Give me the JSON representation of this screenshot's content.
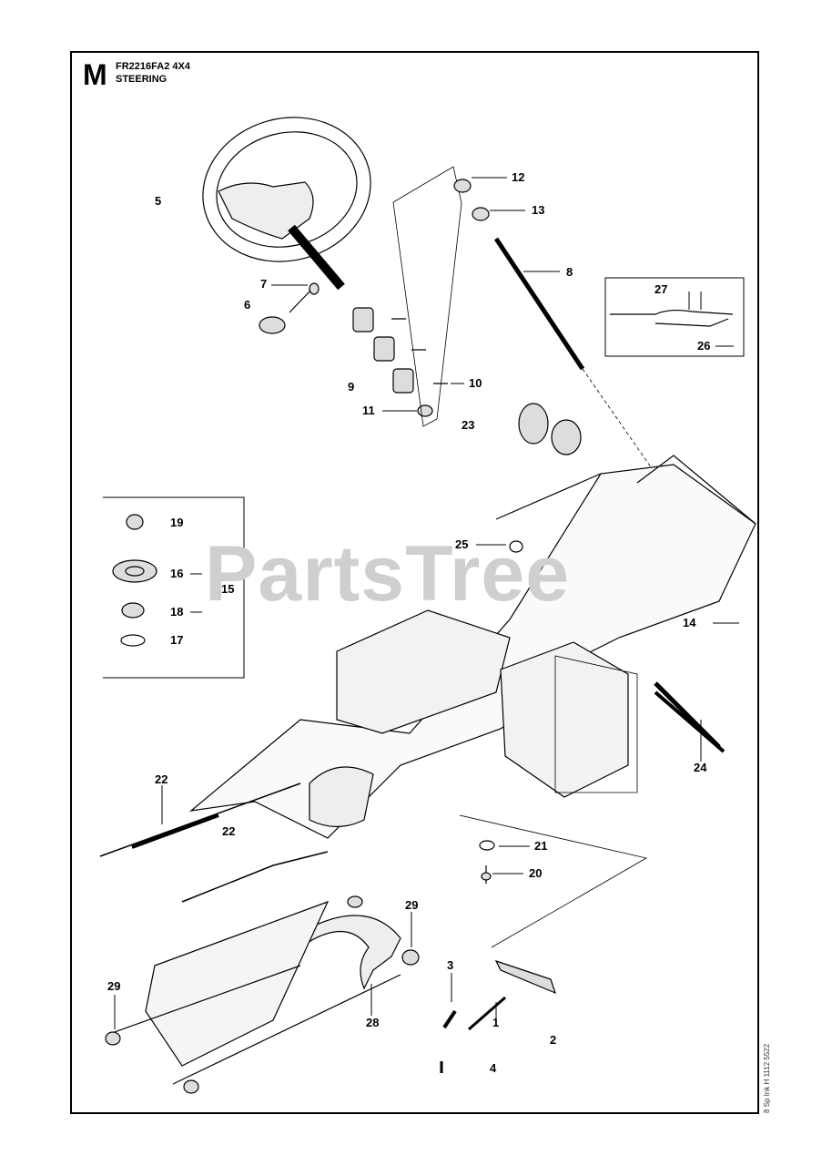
{
  "header": {
    "section_letter": "M",
    "model": "FR2216FA2 4X4",
    "title": "STEERING"
  },
  "watermark": "PartsTree",
  "side_code": "8 Sp Ink H 1112 5522",
  "callouts": [
    "1",
    "2",
    "3",
    "4",
    "5",
    "6",
    "7",
    "8",
    "9",
    "10",
    "11",
    "12",
    "13",
    "14",
    "15",
    "16",
    "17",
    "18",
    "19",
    "20",
    "21",
    "22",
    "22",
    "23",
    "24",
    "25",
    "26",
    "27",
    "28",
    "29",
    "29"
  ]
}
